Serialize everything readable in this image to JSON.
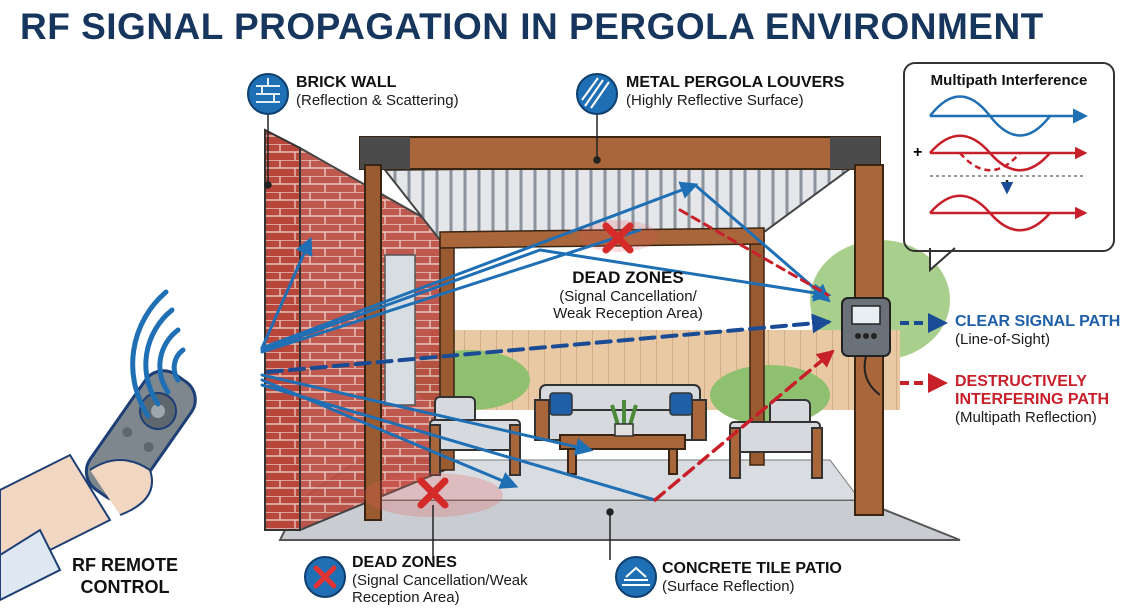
{
  "title": "RF SIGNAL PROPAGATION IN PERGOLA ENVIRONMENT",
  "callouts": {
    "brick_wall": {
      "heading": "BRICK WALL",
      "sub": "(Reflection & Scattering)"
    },
    "louvers": {
      "heading": "METAL PERGOLA LOUVERS",
      "sub": "(Highly Reflective Surface)"
    },
    "dead_zones_center": {
      "heading": "DEAD ZONES",
      "sub1": "(Signal Cancellation/",
      "sub2": "Weak Reception Area)"
    },
    "dead_zones_bottom": {
      "heading": "DEAD ZONES",
      "sub1": "(Signal Cancellation/Weak",
      "sub2": "Reception Area)"
    },
    "patio": {
      "heading": "CONCRETE TILE PATIO",
      "sub": "(Surface Reflection)"
    }
  },
  "multipath": {
    "title": "Multipath Interference",
    "plus": "+"
  },
  "legend": {
    "clear": {
      "heading": "CLEAR SIGNAL PATH",
      "sub": "(Line-of-Sight)"
    },
    "destructive": {
      "heading1": "DESTRUCTIVELY",
      "heading2": "INTERFERING PATH",
      "sub": "(Multipath Reflection)"
    }
  },
  "remote": {
    "line1": "RF REMOTE",
    "line2": "CONTROL"
  },
  "colors": {
    "navy": "#17365d",
    "signal_blue": "#1f6fb5",
    "signal_red": "#c8202a",
    "brick": "#b5443a",
    "wood": "#a8663a"
  },
  "icons": [
    "brick-icon",
    "louver-icon",
    "x-mark-icon",
    "patio-icon",
    "remote-icon",
    "receiver-icon"
  ]
}
